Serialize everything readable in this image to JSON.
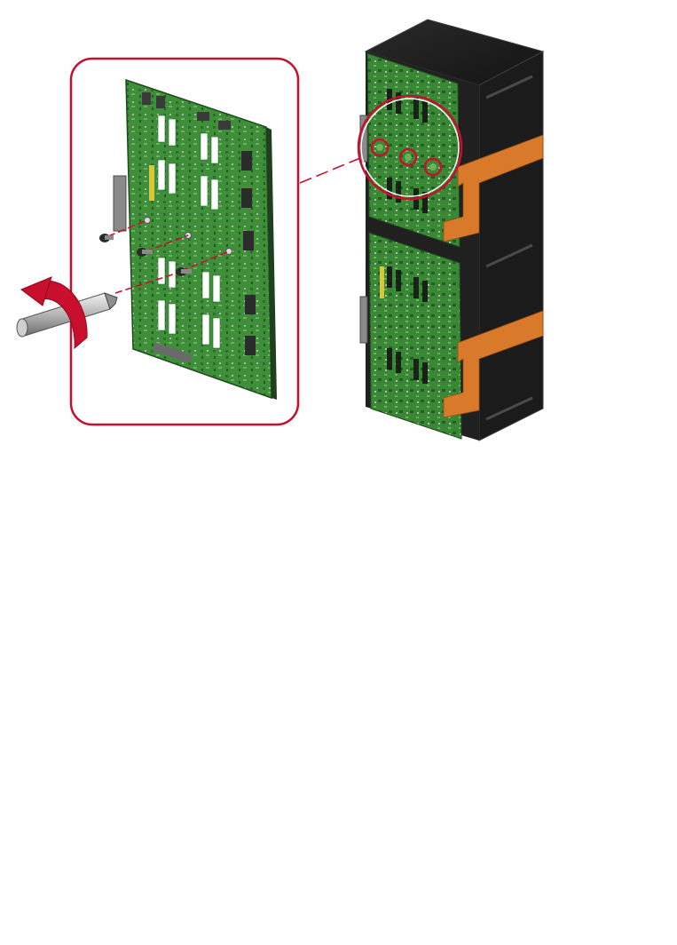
{
  "figure": {
    "background": "#ffffff",
    "colors": {
      "callout_red": "#c8102e",
      "pcb_green": "#3f8f3a",
      "pcb_dark": "#1f5a1f",
      "pcb_light": "#7fbf6e",
      "chassis_black": "#1b1b1b",
      "chassis_edge": "#3a3a3a",
      "cable_orange": "#d97a2b",
      "arrow_red": "#c8102e",
      "screwdriver_grey": "#9a9a9a"
    },
    "components": {
      "detail_callout": "rounded-red-frame",
      "board": "circuit-board",
      "screws": [
        "screw-1",
        "screw-2",
        "screw-3"
      ],
      "screw_guides": "dashed-red-lines",
      "tool": "phillips-screwdriver",
      "rotation": "counterclockwise-arrow",
      "assembly": "chassis-with-two-boards",
      "magnifier": "circle-callout-on-chassis",
      "screw_highlights": [
        "highlight-1",
        "highlight-2",
        "highlight-3"
      ]
    }
  }
}
